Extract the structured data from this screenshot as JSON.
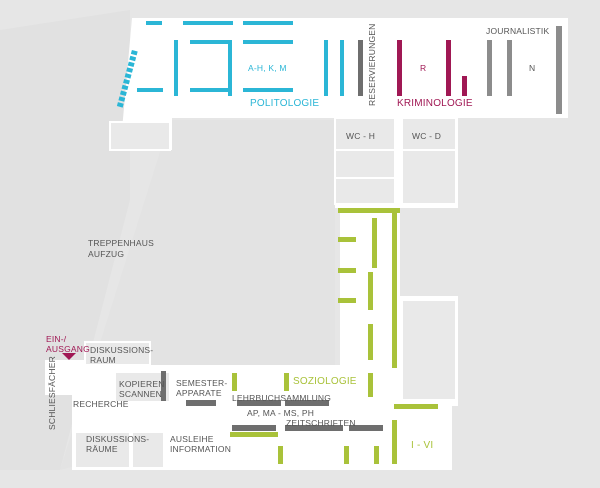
{
  "colors": {
    "background": "#e6e6e6",
    "floor": "#ffffff",
    "room": "#e9e9e9",
    "politologie": "#2bb6d6",
    "kriminologie": "#a01854",
    "soziologie": "#a9c23a",
    "grey_shelf": "#8c8c8c",
    "dark_shelf": "#6e6e6e",
    "text": "#555555"
  },
  "labels": {
    "journalistik": "JOURNALISTIK",
    "n": "N",
    "reservierungen": "RESERVIERUNGEN",
    "a_h_k_m": "A-H, K, M",
    "politologie": "POLITOLOGIE",
    "r": "R",
    "kriminologie": "KRIMINOLOGIE",
    "wc_h": "WC - H",
    "wc_d": "WC - D",
    "treppenhaus": "TREPPENHAUS",
    "aufzug": "AUFZUG",
    "eingang_1": "EIN-/",
    "eingang_2": "AUSGANG",
    "diskussionsraum_1": "DISKUSSIONS-",
    "diskussionsraum_2": "RAUM",
    "schliessfaecher": "SCHLIESFÄCHER",
    "recherche": "RECHERCHE",
    "kopieren": "KOPIEREN",
    "scannen": "SCANNEN",
    "semesterapparate_1": "SEMESTER-",
    "semesterapparate_2": "APPARATE",
    "lehrbuchsammlung": "LEHRBUCHSAMMLUNG",
    "ap_ma_ms_ph": "AP, MA - MS, PH",
    "zeitschriften": "ZEITSCHRIFTEN",
    "soziologie": "SOZIOLOGIE",
    "i_vi": "I - VI",
    "diskussionsraeume_1": "DISKUSSIONS-",
    "diskussionsraeume_2": "RÄUME",
    "ausleihe_1": "AUSLEIHE",
    "ausleihe_2": "INFORMATION"
  }
}
